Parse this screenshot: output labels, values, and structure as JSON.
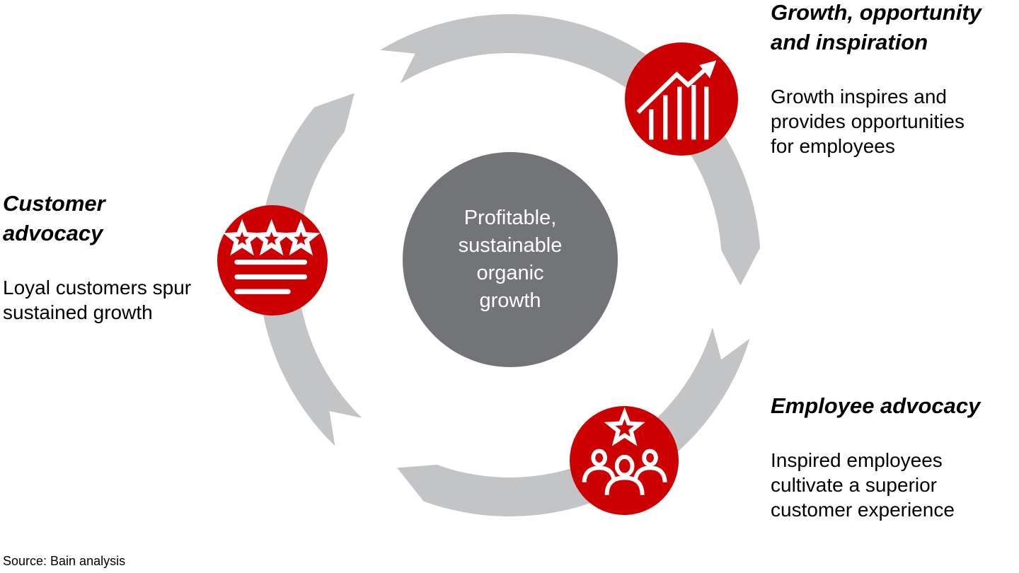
{
  "diagram": {
    "cycle_direction": "clockwise",
    "center": {
      "label": "Profitable,\nsustainable\norganic\ngrowth"
    },
    "nodes": [
      {
        "id": "growth-opportunity-inspiration",
        "icon": "growth-chart-icon",
        "heading": "Growth, opportunity\nand inspiration",
        "body": "Growth inspires and\nprovides opportunities\nfor employees"
      },
      {
        "id": "customer-advocacy",
        "icon": "ratings-stars-icon",
        "heading": "Customer\nadvocacy",
        "body": "Loyal customers spur\nsustained growth"
      },
      {
        "id": "employee-advocacy",
        "icon": "team-star-icon",
        "heading": "Employee advocacy",
        "body": "Inspired employees\ncultivate a superior\ncustomer experience"
      }
    ]
  },
  "footer": {
    "source": "Source: Bain analysis"
  },
  "colors": {
    "accent_red": "#CC0000",
    "ring_gray": "#C2C4C6",
    "center_gray": "#737477",
    "text": "#000000",
    "icon_white": "#FFFFFF"
  }
}
